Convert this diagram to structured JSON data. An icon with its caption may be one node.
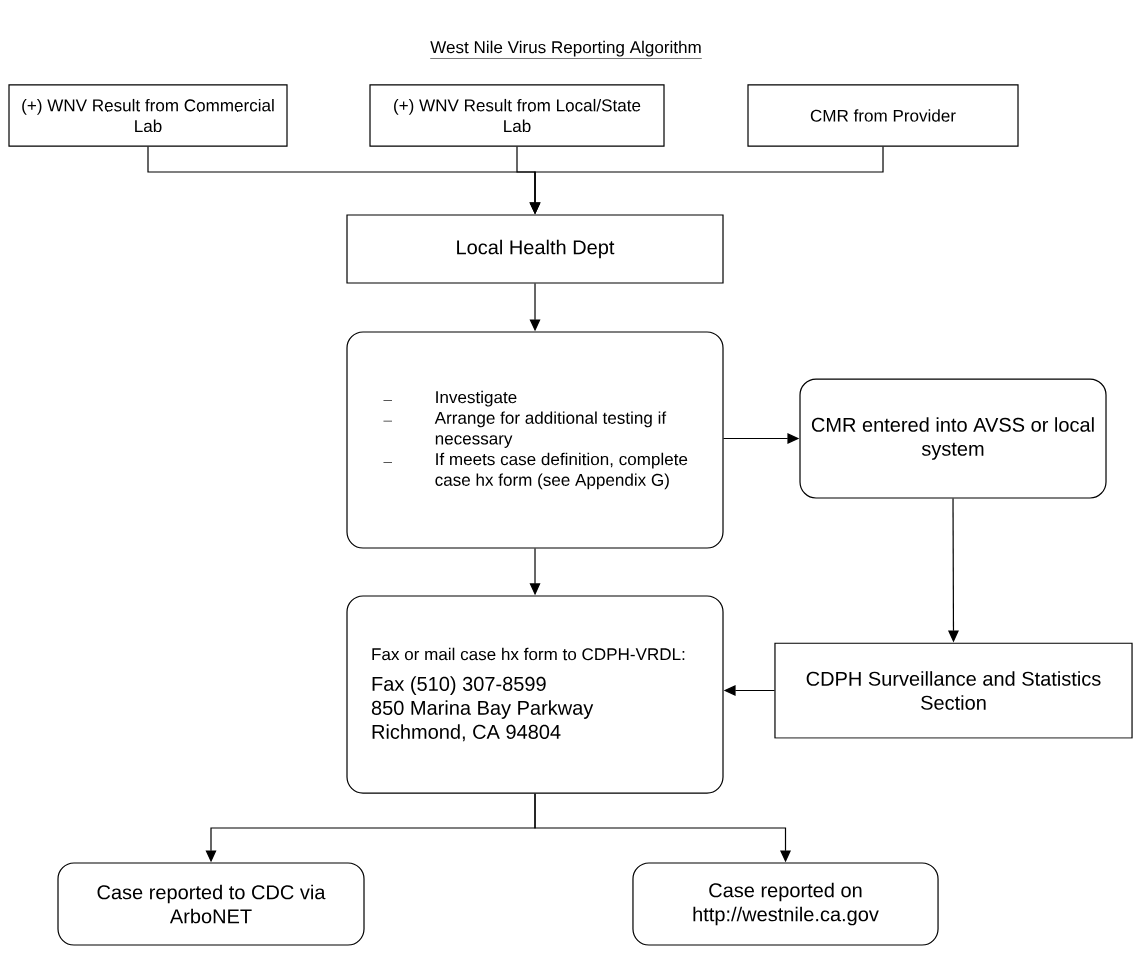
{
  "diagram": {
    "title": "West Nile Virus Reporting Algorithm",
    "nodes": [
      {
        "text": [
          "(+) WNV Result from Commercial Lab"
        ]
      },
      {
        "text": [
          "(+) WNV Result from Local/State Lab"
        ]
      },
      {
        "text": [
          "CMR from Provider"
        ]
      },
      {
        "text": [
          "Local Health Dept"
        ]
      },
      {
        "text": [
          "Investigate",
          "Arrange for additional testing if necessary",
          "If meets case definition, complete case hx form (see Appendix G)"
        ]
      },
      {
        "text": [
          "CMR entered into AVSS or local system"
        ]
      },
      {
        "text": [
          "CDPH Surveillance and Statistics Section"
        ]
      },
      {
        "text": [
          "Fax or mail case hx form to CDPH-VRDL:",
          "Fax (510) 307-8599",
          "850 Marina Bay Parkway",
          "Richmond, CA 94804"
        ]
      },
      {
        "text": [
          "Case reported to CDC via ArboNET"
        ]
      },
      {
        "text": [
          "Case reported on http://westnile.ca.gov"
        ]
      }
    ],
    "edges": [
      {
        "from": 0,
        "to": 3,
        "arrow": "to"
      },
      {
        "from": 1,
        "to": 3,
        "arrow": "to"
      },
      {
        "from": 2,
        "to": 3,
        "arrow": "to"
      },
      {
        "from": 3,
        "to": 4,
        "arrow": "to"
      },
      {
        "from": 4,
        "to": 5,
        "arrow": "to"
      },
      {
        "from": 5,
        "to": 6,
        "arrow": "to"
      },
      {
        "from": 6,
        "to": 7,
        "arrow": "to"
      },
      {
        "from": 4,
        "to": 7,
        "arrow": "to"
      },
      {
        "from": 7,
        "to": 8,
        "arrow": "to"
      },
      {
        "from": 7,
        "to": 9,
        "arrow": "to"
      }
    ]
  }
}
